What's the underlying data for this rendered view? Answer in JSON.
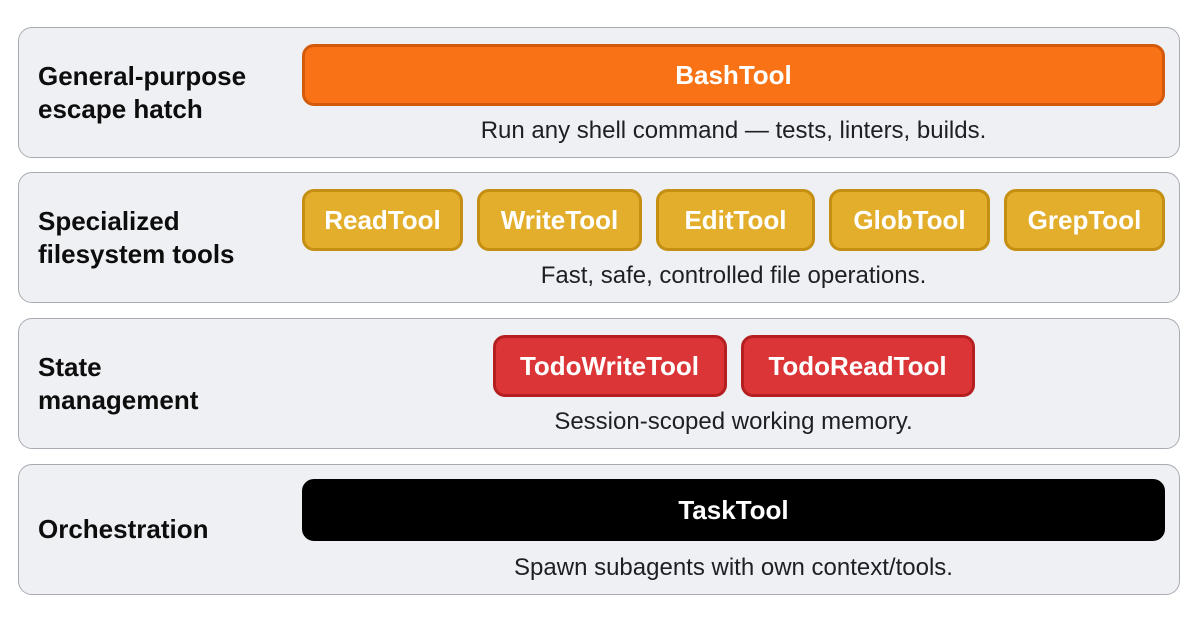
{
  "colors": {
    "panel_bg": "#eef0f3",
    "panel_border": "#a8acb2",
    "escape_hatch": "#f97316",
    "filesystem": "#e3ae2c",
    "state": "#dc3538",
    "orchestration": "#000000"
  },
  "rows": [
    {
      "label": "General-purpose\nescape hatch",
      "tools": [
        {
          "name": "BashTool"
        }
      ],
      "description": "Run any shell command — tests, linters, builds."
    },
    {
      "label": "Specialized\nfilesystem tools",
      "tools": [
        {
          "name": "ReadTool"
        },
        {
          "name": "WriteTool"
        },
        {
          "name": "EditTool"
        },
        {
          "name": "GlobTool"
        },
        {
          "name": "GrepTool"
        }
      ],
      "description": "Fast, safe, controlled file operations."
    },
    {
      "label": "State\nmanagement",
      "tools": [
        {
          "name": "TodoWriteTool"
        },
        {
          "name": "TodoReadTool"
        }
      ],
      "description": "Session-scoped working memory."
    },
    {
      "label": "Orchestration",
      "tools": [
        {
          "name": "TaskTool"
        }
      ],
      "description": "Spawn subagents with own context/tools."
    }
  ]
}
